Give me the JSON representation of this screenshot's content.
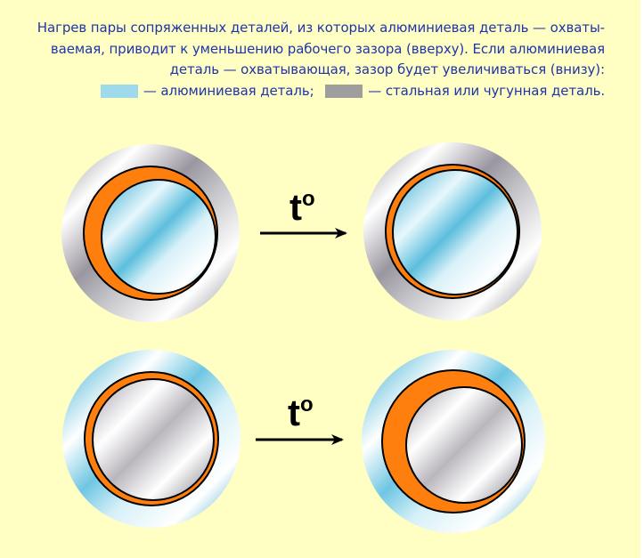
{
  "caption": {
    "line1": "Нагрев пары сопряженных деталей, из которых алюминиевая деталь — охваты-",
    "line2": "ваемая, приводит к уменьшению рабочего зазора (вверху). Если алюминиевая",
    "line3": "деталь — охватывающая, зазор будет увеличиваться (внизу):",
    "legend_alu": "— алюминиевая деталь;",
    "legend_steel": "— стальная или чугунная деталь."
  },
  "arrow_top_label": "t",
  "arrow_top_sup": "o",
  "arrow_bottom_label": "t",
  "arrow_bottom_sup": "o",
  "colors": {
    "background": "#ffffc4",
    "text": "#1f35a8",
    "gap": "#ff7f0e",
    "aluminium": "#9fd9ec",
    "steel": "#9e9e9e"
  }
}
